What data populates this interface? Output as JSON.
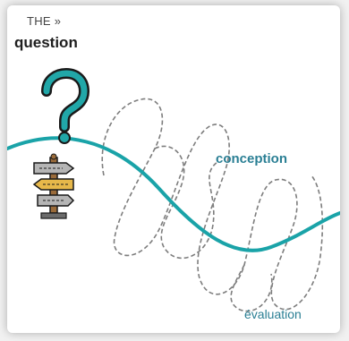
{
  "diagram": {
    "kicker": "THE »",
    "title": "question",
    "labels": {
      "conception": "conception",
      "evaluation": "évaluation"
    },
    "colors": {
      "wave": "#1aa3a8",
      "dashed": "#7d7d7d",
      "question_mark": "#21a7a8",
      "sign_wood": "#9a6b3a",
      "sign_plate": "#e7b84a"
    },
    "icons": [
      "question-mark-icon",
      "signpost-icon"
    ]
  }
}
